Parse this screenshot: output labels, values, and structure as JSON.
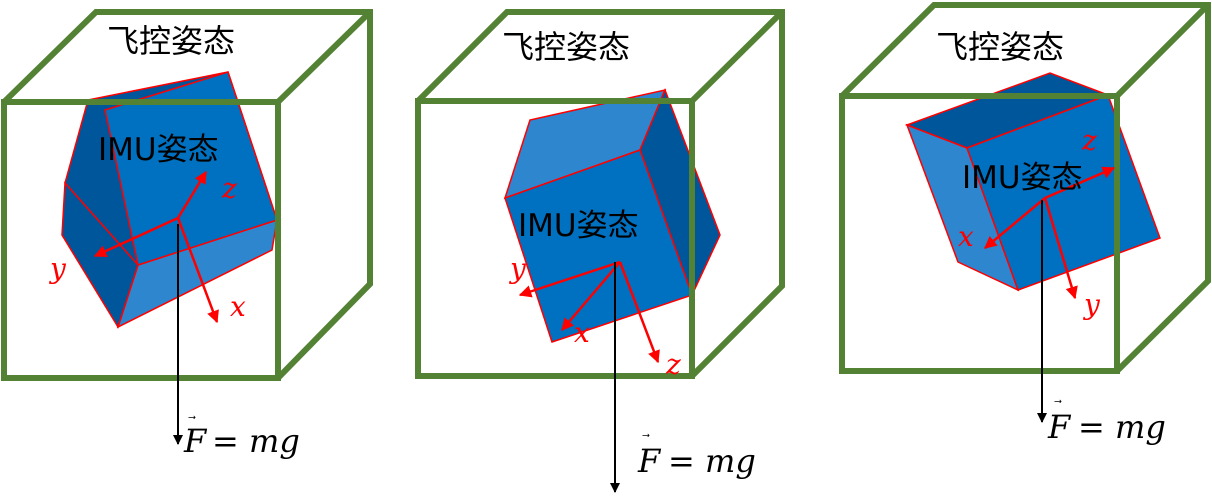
{
  "panels": [
    {
      "title": "飞控姿态",
      "imu_label": "IMU姿态",
      "axes": {
        "x": "x",
        "y": "y",
        "z": "z"
      },
      "force": {
        "vector_mark": "⃗",
        "symbol": "F",
        "equation": "= mg"
      }
    },
    {
      "title": "飞控姿态",
      "imu_label": "IMU姿态",
      "axes": {
        "x": "x",
        "y": "y",
        "z": "z"
      },
      "force": {
        "vector_mark": "⃗",
        "symbol": "F",
        "equation": "= mg"
      }
    },
    {
      "title": "飞控姿态",
      "imu_label": "IMU姿态",
      "axes": {
        "x": "x",
        "y": "y",
        "z": "z"
      },
      "force": {
        "vector_mark": "⃗",
        "symbol": "F",
        "equation": "= mg"
      }
    }
  ],
  "colors": {
    "frame": "#548235",
    "imu_front": "#0070C0",
    "imu_side": "#00569A",
    "imu_top": "#2E86CE",
    "axis": "#FF0000",
    "gravity": "#000000"
  },
  "icons": [
    "red-arrow",
    "black-arrow"
  ]
}
